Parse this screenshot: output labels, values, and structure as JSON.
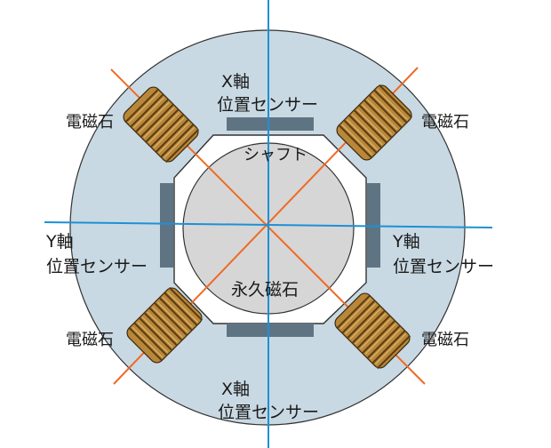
{
  "labels": {
    "x_axis_sensor_top_line1": "X軸",
    "x_axis_sensor_top_line2": "位置センサー",
    "x_axis_sensor_bottom_line1": "X軸",
    "x_axis_sensor_bottom_line2": "位置センサー",
    "y_axis_sensor_left_line1": "Y軸",
    "y_axis_sensor_left_line2": "位置センサー",
    "y_axis_sensor_right_line1": "Y軸",
    "y_axis_sensor_right_line2": "位置センサー",
    "electromagnet_top_left": "電磁石",
    "electromagnet_top_right": "電磁石",
    "electromagnet_bottom_left": "電磁石",
    "electromagnet_bottom_right": "電磁石",
    "shaft": "シャフト",
    "permanent_magnet": "永久磁石"
  },
  "colors": {
    "stator": "#c9d9e3",
    "bore": "#ffffff",
    "shaft": "#d6d6d6",
    "sensor": "#5f7483",
    "coil": "#b98739",
    "coil_line": "#5a3b10",
    "axis_line": "#1e90d6",
    "diagonal_line": "#ef6a25"
  }
}
